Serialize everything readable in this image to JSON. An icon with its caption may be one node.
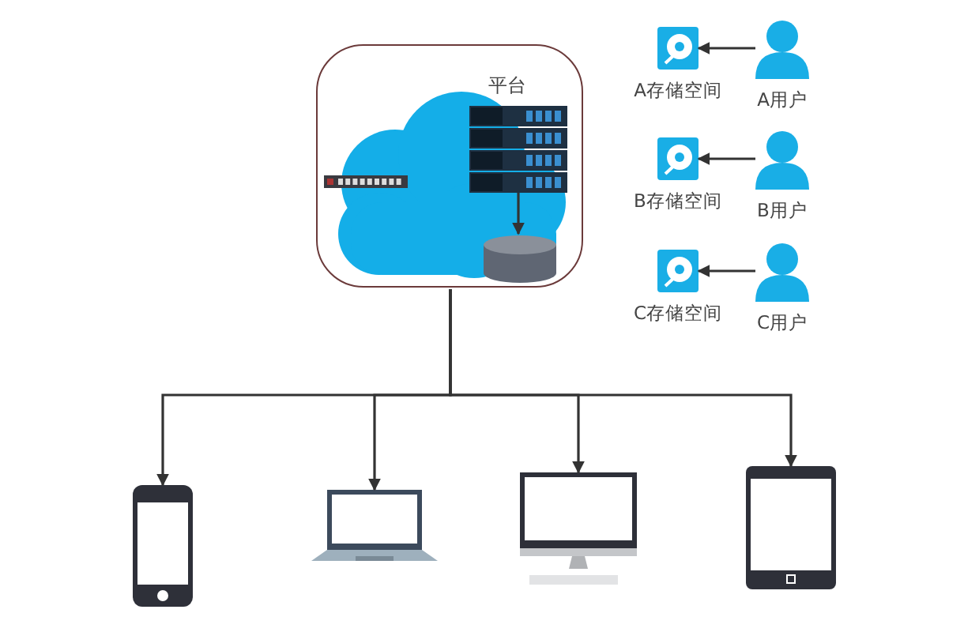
{
  "diagram": {
    "nodes": [
      {
        "text": [
          "平台"
        ]
      },
      {
        "text": [],
        "shape": "picture",
        "in": 0
      },
      {
        "text": [],
        "shape": "cylinder",
        "in": 0
      },
      {
        "text": [
          "A存储空间"
        ]
      },
      {
        "text": [
          "A用户"
        ]
      },
      {
        "text": [
          "B存储空间"
        ]
      },
      {
        "text": [
          "B用户"
        ]
      },
      {
        "text": [
          "C存储空间"
        ]
      },
      {
        "text": [
          "C用户"
        ]
      },
      {
        "text": [],
        "shape": "picture"
      },
      {
        "text": [],
        "shape": "picture"
      },
      {
        "text": [],
        "shape": "picture"
      },
      {
        "text": [],
        "shape": "picture"
      }
    ],
    "edges": [
      {
        "from": 1,
        "to": 2,
        "arrow": "to"
      },
      {
        "from": 4,
        "to": 3,
        "arrow": "to"
      },
      {
        "from": 6,
        "to": 5,
        "arrow": "to"
      },
      {
        "from": 8,
        "to": 7,
        "arrow": "to"
      },
      {
        "from": 0,
        "to": 9,
        "arrow": "to"
      },
      {
        "from": 0,
        "to": 10,
        "arrow": "to"
      },
      {
        "from": 0,
        "to": 11,
        "arrow": "to"
      },
      {
        "from": 0,
        "to": 12,
        "arrow": "to"
      }
    ]
  }
}
